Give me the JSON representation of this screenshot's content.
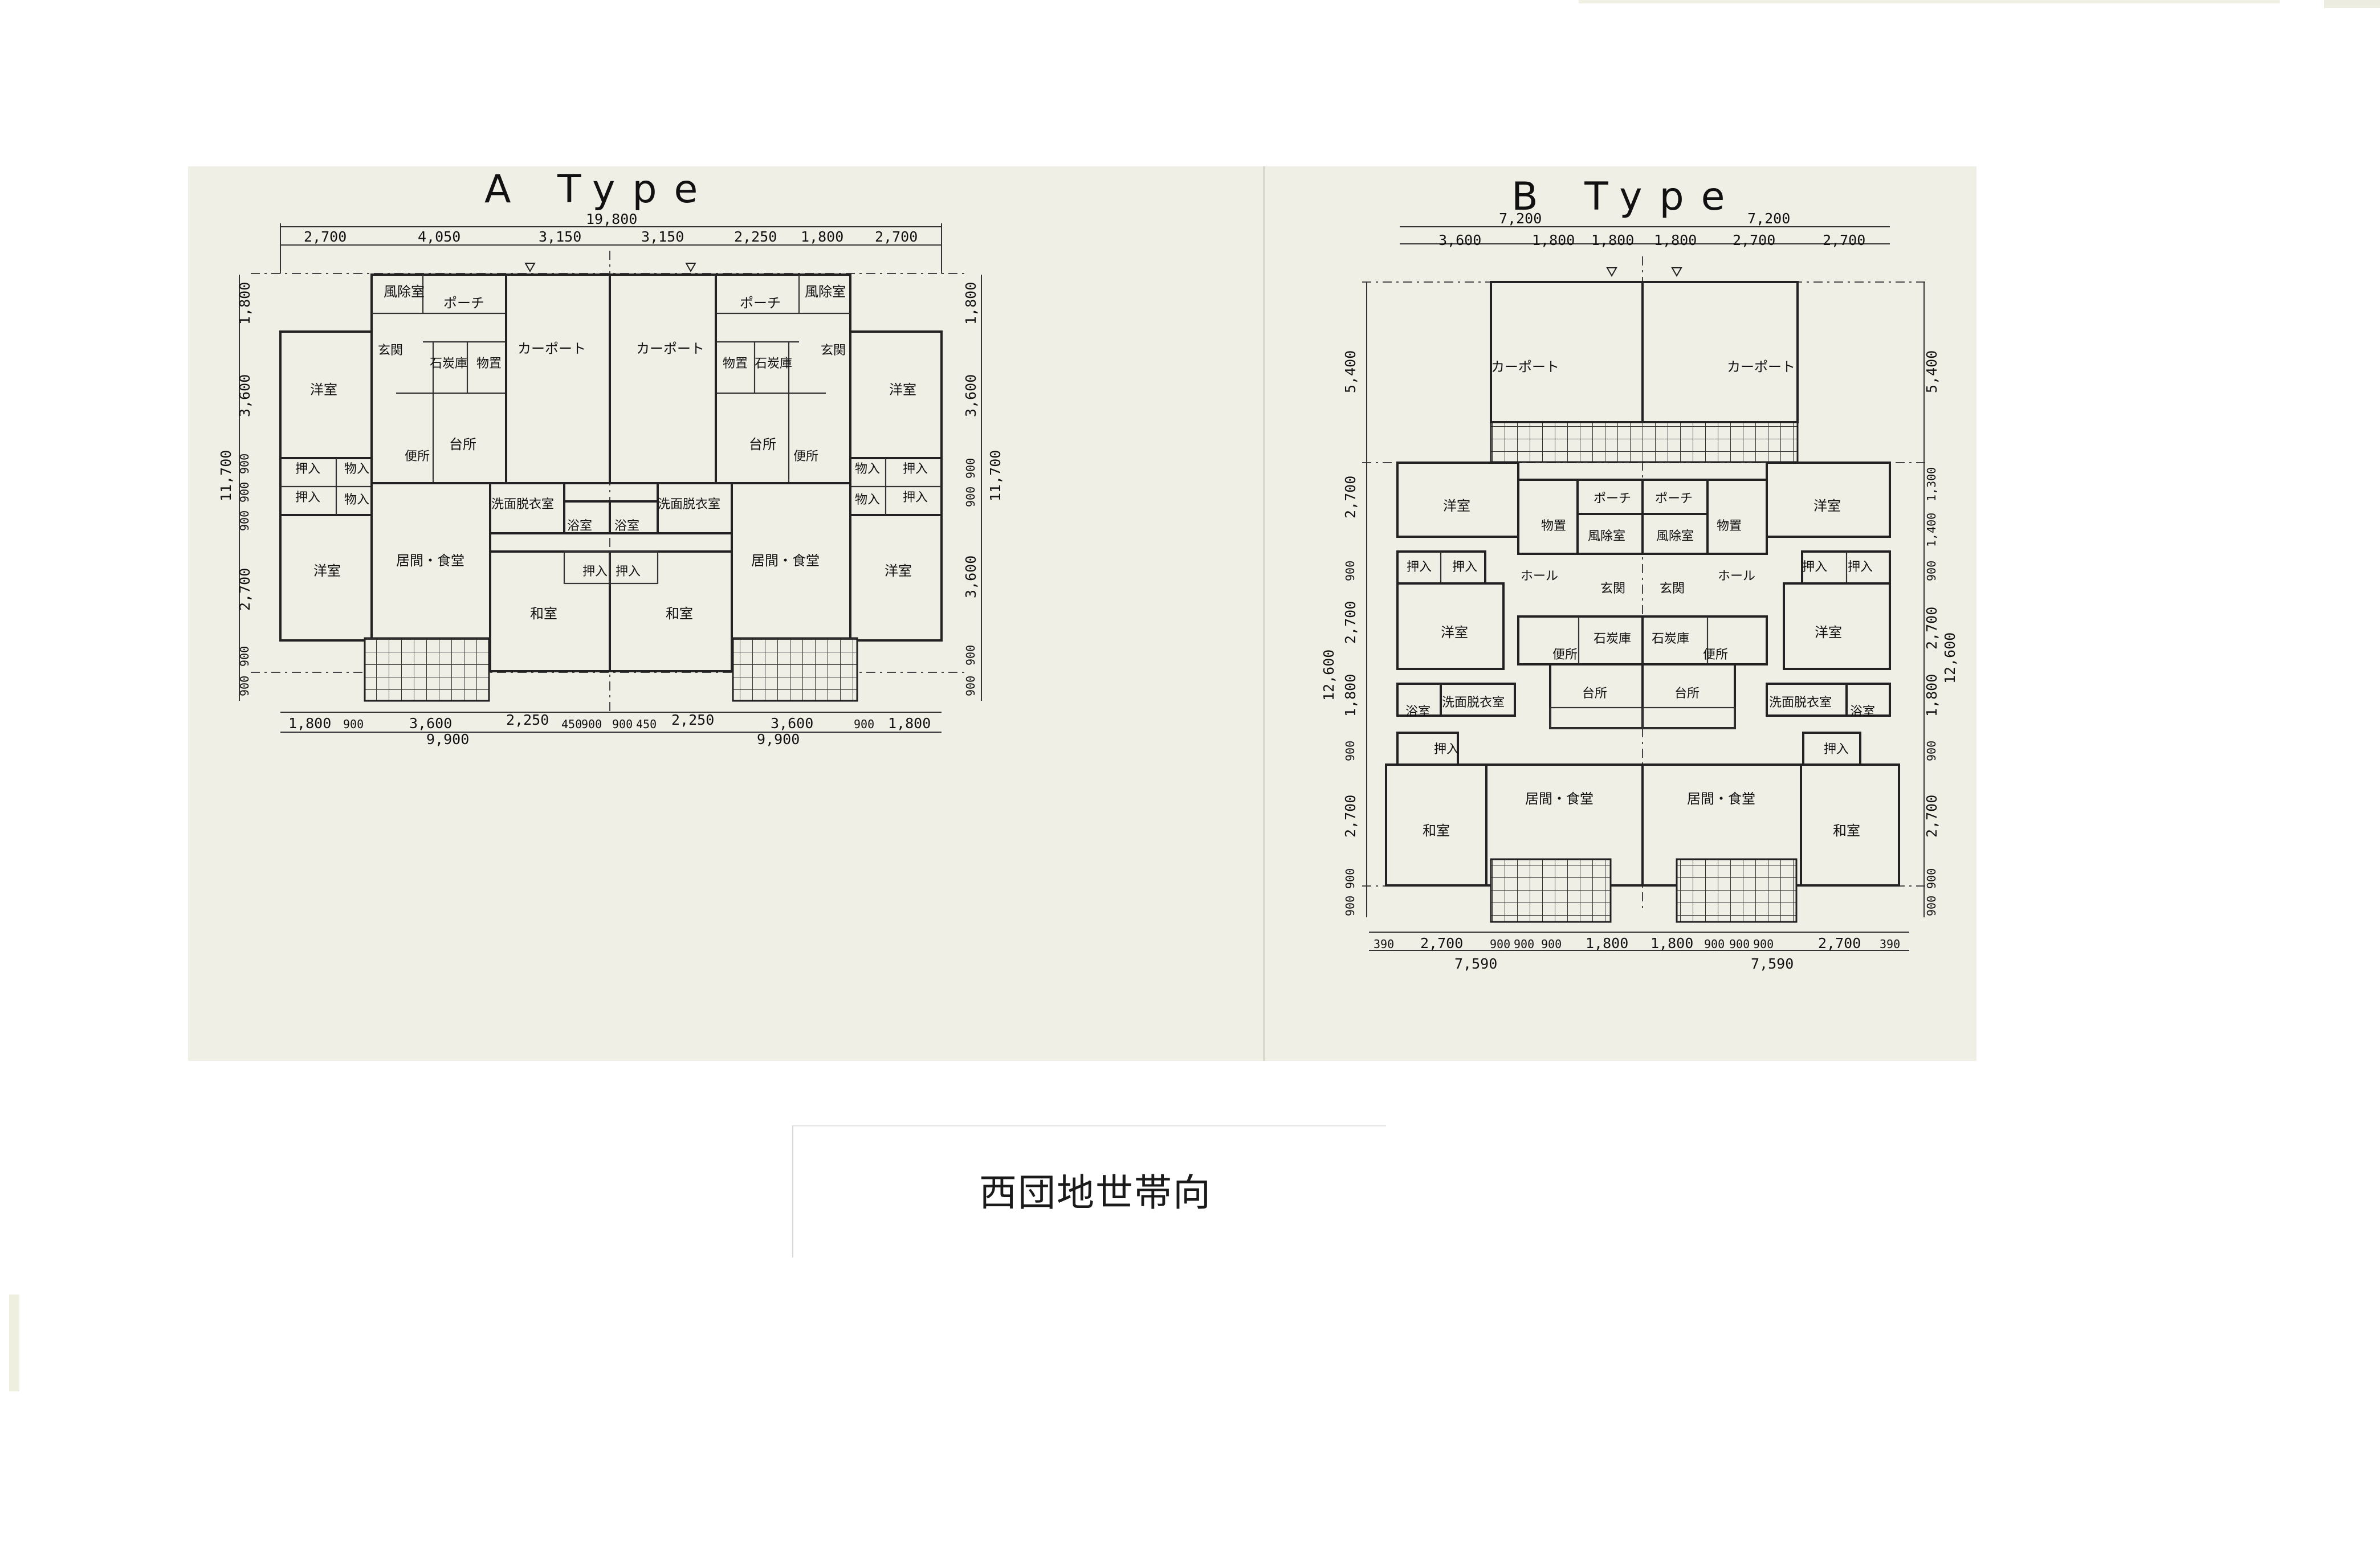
{
  "sheet": {
    "caption": "西団地世帯向"
  },
  "type_a": {
    "title": "A Type",
    "dims_top_total": "19,800",
    "dims_top": [
      "2,700",
      "4,050",
      "3,150",
      "3,150",
      "2,250",
      "1,800",
      "2,700"
    ],
    "dims_bottom": [
      "1,800",
      "900",
      "3,600",
      "2,250",
      "450",
      "900",
      "900",
      "450",
      "2,250",
      "3,600",
      "900",
      "1,800"
    ],
    "dims_bottom_totals": [
      "9,900",
      "9,900"
    ],
    "dims_side_total": "11,700",
    "dims_left": [
      "1,800",
      "3,600",
      "900",
      "900",
      "900",
      "2,700",
      "900",
      "900"
    ],
    "dims_right": [
      "1,800",
      "3,600",
      "900",
      "900",
      "3,600",
      "900",
      "900"
    ],
    "rooms": {
      "wind_room": "風除室",
      "porch": "ポーチ",
      "carport": "カーポート",
      "entrance": "玄関",
      "coal_store": "石炭庫",
      "storage": "物置",
      "western_room": "洋室",
      "kitchen": "台所",
      "toilet": "便所",
      "closet": "押入",
      "store": "物入",
      "washroom": "洗面脱衣室",
      "bath": "浴室",
      "living": "居間・食堂",
      "japanese_room": "和室"
    }
  },
  "type_b": {
    "title": "B Type",
    "dims_top_halves": [
      "7,200",
      "7,200"
    ],
    "dims_top": [
      "3,600",
      "1,800",
      "1,800",
      "1,800",
      "2,700",
      "2,700"
    ],
    "dims_bottom": [
      "390",
      "2,700",
      "900",
      "900",
      "900",
      "1,800",
      "1,800",
      "900",
      "900",
      "900",
      "2,700",
      "390"
    ],
    "dims_bottom_totals": [
      "7,590",
      "7,590"
    ],
    "dims_side_total": "12,600",
    "dims_left": [
      "5,400",
      "2,700",
      "900",
      "2,700",
      "1,800",
      "900",
      "2,700",
      "900",
      "900"
    ],
    "dims_right": [
      "5,400",
      "1,300",
      "1,400",
      "900",
      "2,700",
      "1,800",
      "900",
      "2,700",
      "900",
      "900"
    ],
    "rooms": {
      "carport": "カーポート",
      "western_room": "洋室",
      "storage": "物置",
      "porch": "ポーチ",
      "wind_room": "風除室",
      "closet": "押入",
      "hall": "ホール",
      "entrance": "玄関",
      "coal_store": "石炭庫",
      "toilet": "便所",
      "kitchen": "台所",
      "bath": "浴室",
      "washroom": "洗面脱衣室",
      "living": "居間・食堂",
      "japanese_room": "和室"
    }
  }
}
